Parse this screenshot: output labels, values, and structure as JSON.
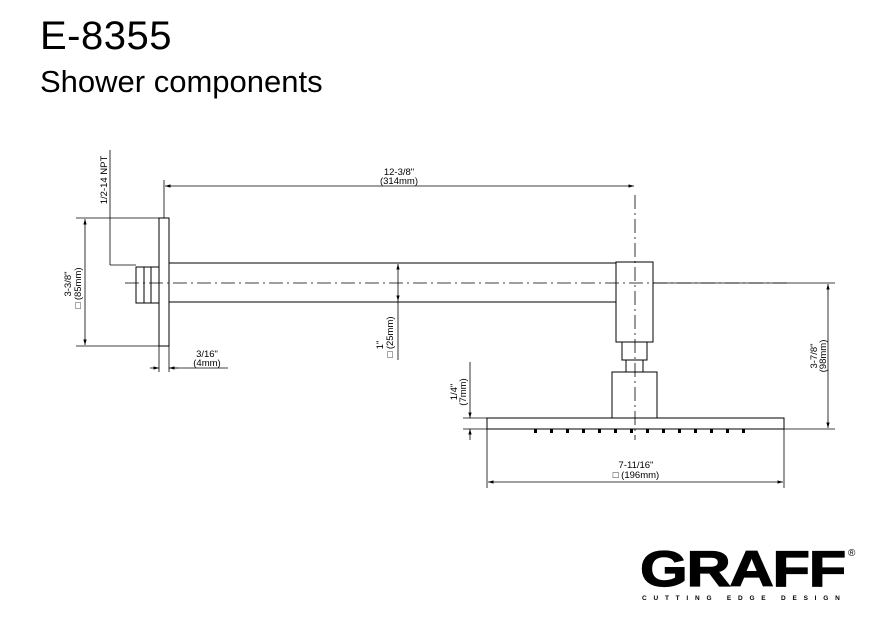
{
  "header": {
    "model": "E-8355",
    "subtitle": "Shower components"
  },
  "dimensions": {
    "arm_length": {
      "imperial": "12-3/8\"",
      "metric": "(314mm)"
    },
    "thread": {
      "label": "1/2-14 NPT"
    },
    "flange_square": {
      "imperial": "3-3/8\"",
      "metric": "□ (85mm)"
    },
    "flange_thickness": {
      "imperial": "3/16\"",
      "metric": "(4mm)"
    },
    "arm_square": {
      "imperial": "1\"",
      "metric": "□ (25mm)"
    },
    "drop_height": {
      "imperial": "3-7/8\"",
      "metric": "(98mm)"
    },
    "head_thickness": {
      "imperial": "1/4\"",
      "metric": "(7mm)"
    },
    "head_square": {
      "imperial": "7-11/16\"",
      "metric": "□ (196mm)"
    }
  },
  "brand": {
    "name": "GRAFF",
    "registered": "®",
    "tagline": "CUTTING EDGE DESIGN"
  }
}
